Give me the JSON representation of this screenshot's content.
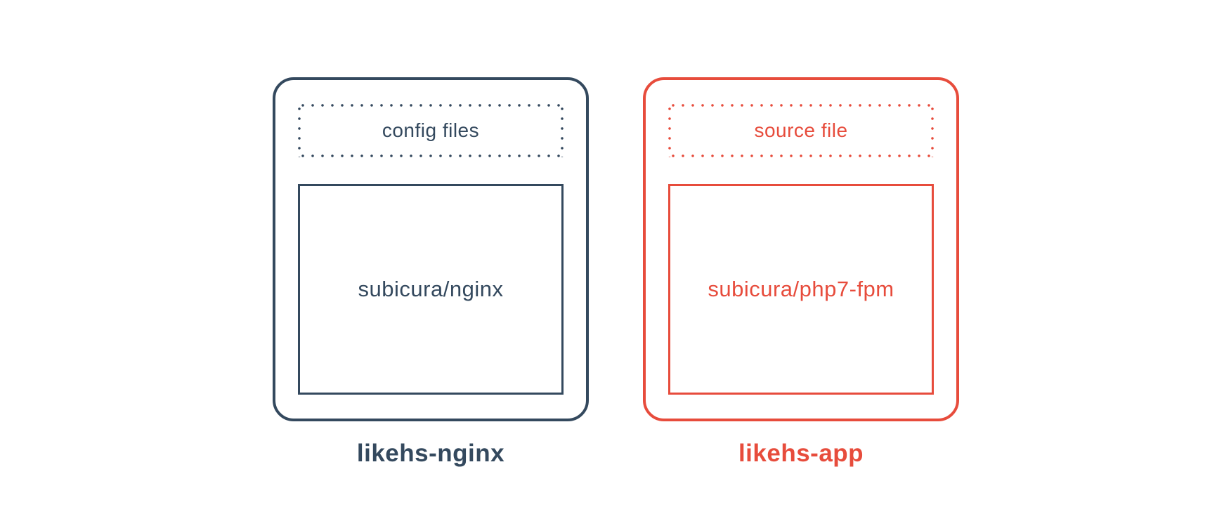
{
  "diagram": {
    "type": "docker-containers-diagram",
    "colors": {
      "navy": "#34495e",
      "red": "#e74c3c",
      "background": "#ffffff"
    },
    "containers": [
      {
        "name": "likehs-nginx",
        "color": "#34495e",
        "files_label": "config files",
        "image_label": "subicura/nginx"
      },
      {
        "name": "likehs-app",
        "color": "#e74c3c",
        "files_label": "source file",
        "image_label": "subicura/php7-fpm"
      }
    ]
  }
}
